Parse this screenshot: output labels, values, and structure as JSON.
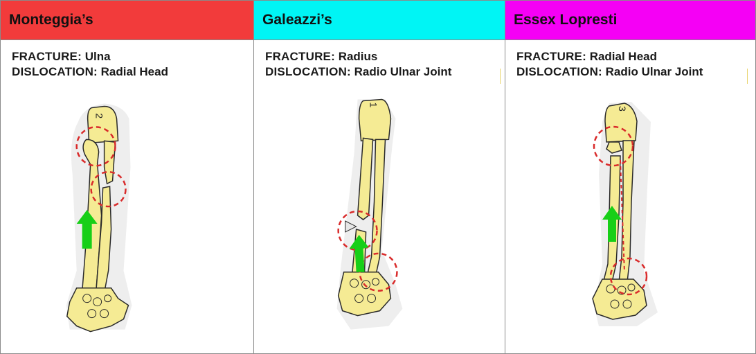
{
  "columns": [
    {
      "title": "Monteggia’s",
      "header_color": "#f23b3b",
      "fracture_label": "FRACTURE:",
      "fracture_value": "Ulna",
      "dislocation_label": "DISLOCATION:",
      "dislocation_value": "Radial Head",
      "figure_number": "2"
    },
    {
      "title": "Galeazzi’s",
      "header_color": "#00f5f5",
      "fracture_label": "FRACTURE:",
      "fracture_value": "Radius",
      "dislocation_label": "DISLOCATION:",
      "dislocation_value": "Radio Ulnar Joint",
      "figure_number": "1"
    },
    {
      "title": "Essex Lopresti",
      "header_color": "#f500f5",
      "fracture_label": "FRACTURE:",
      "fracture_value": "Radial Head",
      "dislocation_label": "DISLOCATION:",
      "dislocation_value": "Radio Ulnar Joint",
      "figure_number": "3"
    }
  ],
  "colors": {
    "bone": "#f5eb94",
    "bone_outline": "#2a2a2a",
    "arrow": "#17cf17",
    "circle": "#d92b2b"
  }
}
